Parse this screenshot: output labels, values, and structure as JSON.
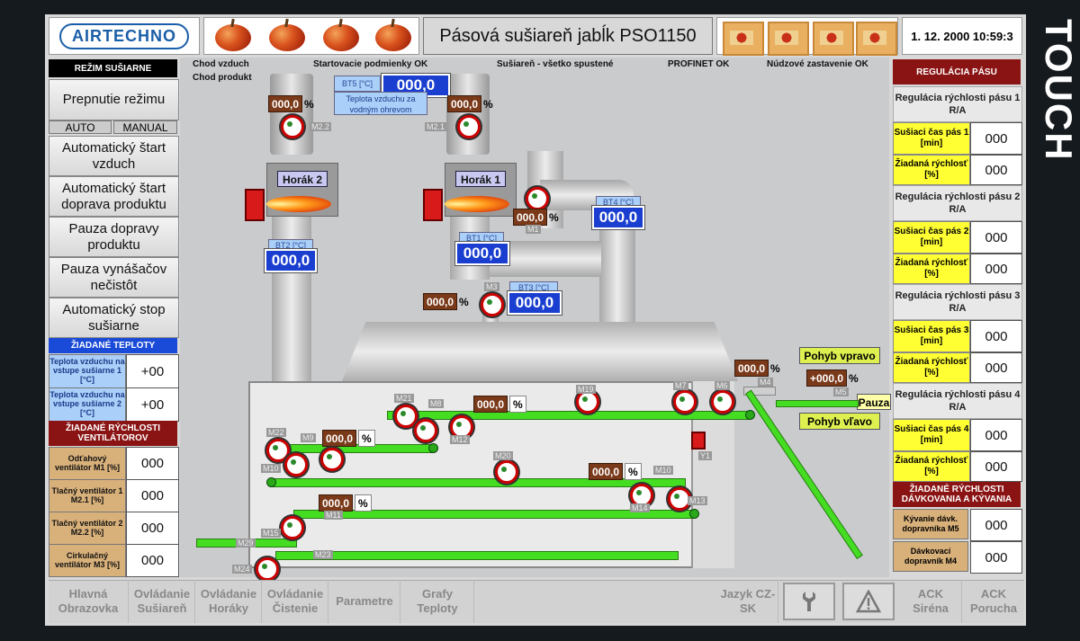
{
  "header": {
    "logo": "AIRTECHNO",
    "title": "Pásová sušiareň jabĺk PSO1150",
    "datetime": "1. 12. 2000 10:59:3",
    "side_brand": "TOUCH"
  },
  "status_bar": {
    "chod_vzduch": "Chod vzduch",
    "chod_produkt": "Chod produkt",
    "start_conditions": "Startovacie podmienky OK",
    "dryer_started": "Sušiareň - všetko spustené",
    "profinet": "PROFINET OK",
    "emergency": "Núdzové zastavenie OK"
  },
  "left": {
    "mode_title": "REŽIM SUŠIARNE",
    "switch_mode": "Prepnutie režimu",
    "auto": "AUTO",
    "manual": "MANUAL",
    "buttons": [
      "Automatický štart vzduch",
      "Automatický štart doprava produktu",
      "Pauza dopravy produktu",
      "Pauza vynášačov nečistôt",
      "Automatický stop sušiarne"
    ],
    "temps_title": "ŽIADANÉ TEPLOTY",
    "temps": [
      {
        "label": "Teplota vzduchu na vstupe sušiarne 1 [°C]",
        "value": "+00"
      },
      {
        "label": "Teplota vzduchu na vstupe sušiarne 2 [°C]",
        "value": "+00"
      }
    ],
    "fans_title": "ŽIADANÉ RÝCHLOSTI VENTILÁTOROV",
    "fans": [
      {
        "label": "Odťahový ventilátor M1 [%]",
        "value": "000"
      },
      {
        "label": "Tlačný ventilátor 1 M2.1 [%]",
        "value": "000"
      },
      {
        "label": "Tlačný ventilátor 2 M2.2 [%]",
        "value": "000"
      },
      {
        "label": "Cirkulačný ventilátor M3 [%]",
        "value": "000"
      }
    ]
  },
  "right": {
    "title": "REGULÁCIA PÁSU",
    "belts": [
      {
        "title": "Regulácia rýchlosti pásu 1 R/A",
        "time_label": "Sušiaci čas pás 1 [min]",
        "time": "000",
        "speed_label": "Žiadaná rýchlosť [%]",
        "speed": "000"
      },
      {
        "title": "Regulácia rýchlosti pásu 2 R/A",
        "time_label": "Sušiaci čas pás 2 [min]",
        "time": "000",
        "speed_label": "Žiadaná rýchlosť [%]",
        "speed": "000"
      },
      {
        "title": "Regulácia rýchlosti pásu 3 R/A",
        "time_label": "Sušiaci čas pás 3 [min]",
        "time": "000",
        "speed_label": "Žiadaná rýchlosť [%]",
        "speed": "000"
      },
      {
        "title": "Regulácia rýchlosti pásu 4 R/A",
        "time_label": "Sušiaci čas pás 4 [min]",
        "time": "000",
        "speed_label": "Žiadaná rýchlosť [%]",
        "speed": "000"
      }
    ],
    "dosing_title": "ŽIADANÉ RÝCHLOSTI DÁVKOVANIA A KÝVANIA",
    "dosing": [
      {
        "label": "Kývanie dávk. dopravníka M5",
        "value": "000"
      },
      {
        "label": "Dávkovací dopravník M4",
        "value": "000"
      }
    ]
  },
  "process": {
    "bt5_label": "BT5 [°C]",
    "bt5_value": "000,0",
    "bt5_desc": "Teplota vzduchu za vodným ohrevom",
    "fan_m22_pct": "000,0",
    "fan_m21_pct": "000,0",
    "pct_unit": "%",
    "burner2": "Horák 2",
    "burner1": "Horák 1",
    "m1_pct": "000,0",
    "bt4_label": "BT4 [°C]",
    "bt4_value": "000,0",
    "bt2_label": "BT2 [°C]",
    "bt2_value": "000,0",
    "bt1_label": "BT1 [°C]",
    "bt1_value": "000,0",
    "bt3_label": "BT3 [°C]",
    "bt3_value": "000,0",
    "m3_pct": "000,0",
    "m4_pct": "000,0",
    "m5_pos": "+000,0",
    "move_right": "Pohyb vpravo",
    "move_left": "Pohyb vľavo",
    "pause": "Pauza",
    "belt_pcts": [
      "000,0",
      "000,0",
      "000,0",
      "000,0"
    ],
    "motor_labels": {
      "m22": "M2.2",
      "m21": "M2.1",
      "m1": "M1",
      "m3": "M3",
      "m4": "M4",
      "m5": "M5",
      "m21b": "M21",
      "m8": "M8",
      "m19": "M19",
      "m7": "M7",
      "m6": "M6",
      "m22b": "M22",
      "m9": "M9",
      "m10": "M10",
      "m12": "M12",
      "m20": "M20",
      "m10b": "M10",
      "m14": "M14",
      "m13": "M13",
      "m11": "M11",
      "m15": "M15",
      "m29": "M29",
      "m23": "M23",
      "m24": "M24",
      "y1": "Y1"
    }
  },
  "bottom_nav": [
    "Hlavná Obrazovka",
    "Ovládanie Sušiareň",
    "Ovládanie Horáky",
    "Ovládanie Čistenie",
    "Parametre",
    "Grafy Teploty",
    "Jazyk CZ-SK",
    "wrench-icon",
    "warning-icon",
    "ACK Siréna",
    "ACK Porucha"
  ]
}
